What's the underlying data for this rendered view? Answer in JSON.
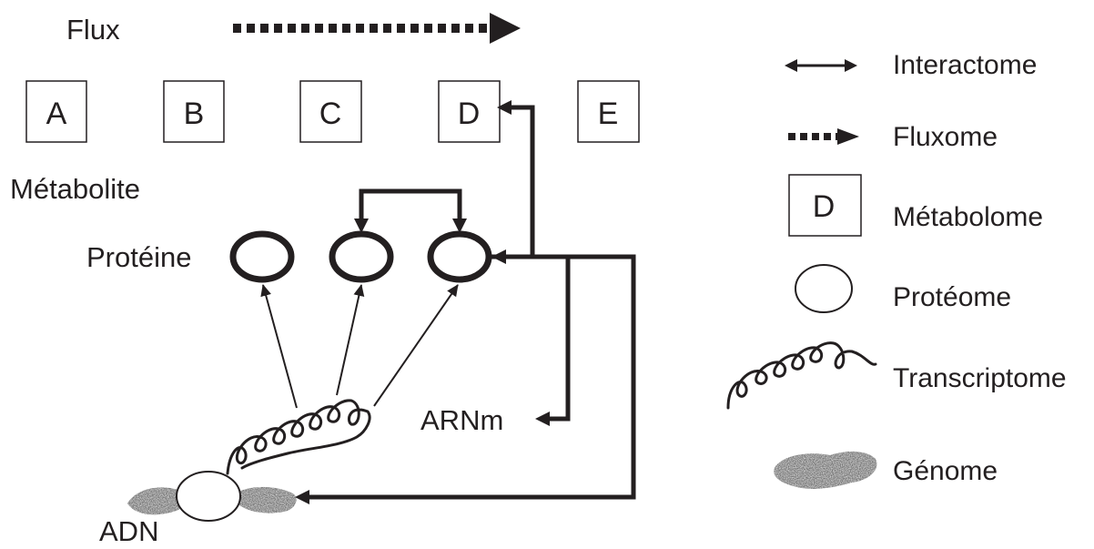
{
  "colors": {
    "ink": "#231f20",
    "background": "#ffffff",
    "texture": "#3a3a3a"
  },
  "labels": {
    "flux": "Flux",
    "metabolite": "Métabolite",
    "proteine": "Protéine",
    "arnm": "ARNm",
    "adn": "ADN"
  },
  "metabolites": [
    "A",
    "B",
    "C",
    "D",
    "E"
  ],
  "legend": {
    "interactome": "Interactome",
    "fluxome": "Fluxome",
    "metabolome_symbol": "D",
    "metabolome": "Métabolome",
    "proteome": "Protéome",
    "transcriptome": "Transcriptome",
    "genome": "Génome"
  }
}
